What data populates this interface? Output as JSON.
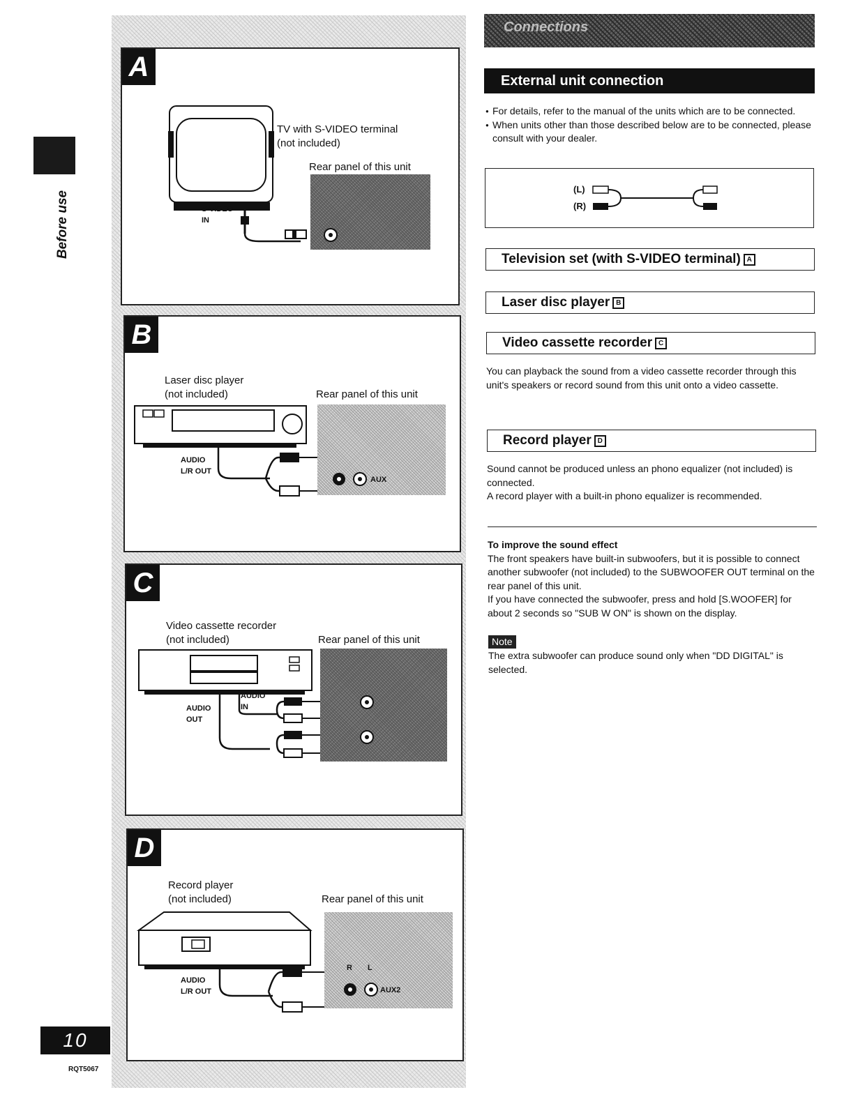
{
  "sidebar": {
    "section_label": "Before use",
    "page_number": "10",
    "doc_code": "RQT5067"
  },
  "header": {
    "chapter": "Connections",
    "section_title": "External unit connection"
  },
  "intro_bullets": [
    "For details, refer to the manual of the units which are to be connected.",
    "When units other than those described below are to be connected, please consult with your dealer."
  ],
  "plug_labels": {
    "left": "(L)",
    "right": "(R)"
  },
  "panels": [
    {
      "letter": "A",
      "device": "TV with S-VIDEO terminal",
      "note": "(not included)",
      "rear": "Rear panel of this unit",
      "terminal": "S-VIDEO\nIN"
    },
    {
      "letter": "B",
      "device": "Laser disc player",
      "note": "(not included)",
      "rear": "Rear panel of this unit",
      "terminal": "AUDIO\nL/R OUT",
      "jack": "AUX"
    },
    {
      "letter": "C",
      "device": "Video cassette recorder",
      "note": "(not included)",
      "rear": "Rear panel of this unit",
      "terminal": "AUDIO\nOUT",
      "terminal2": "AUDIO\nIN"
    },
    {
      "letter": "D",
      "device": "Record player",
      "note": "(not included)",
      "rear": "Rear panel of this unit",
      "terminal": "AUDIO\nL/R OUT",
      "jack": "AUX2",
      "jack_r": "R",
      "jack_l": "L"
    }
  ],
  "subsections": [
    {
      "title": "Television set (with S-VIDEO terminal)",
      "tag": "A"
    },
    {
      "title": "Laser disc player",
      "tag": "B"
    },
    {
      "title": "Video cassette recorder",
      "tag": "C"
    },
    {
      "title": "Record player",
      "tag": "D"
    }
  ],
  "vcr_text": "You can playback the sound from a video cassette recorder through this unit's speakers or record sound from this unit onto a video cassette.",
  "record_text_1": "Sound cannot be produced unless an phono equalizer (not included) is connected.",
  "record_text_2": "A record player with a built-in phono equalizer is recommended.",
  "improve": {
    "heading": "To improve the sound effect",
    "text_1": "The front speakers have built-in subwoofers, but it is possible to connect another subwoofer (not included) to the SUBWOOFER OUT terminal on the rear panel of this unit.",
    "text_2": "If you have connected the subwoofer, press and hold [S.WOOFER] for about 2 seconds so \"SUB W ON\" is shown on the display."
  },
  "note": {
    "label": "Note",
    "text": "The extra subwoofer can produce sound only when \"DD DIGITAL\" is selected."
  }
}
